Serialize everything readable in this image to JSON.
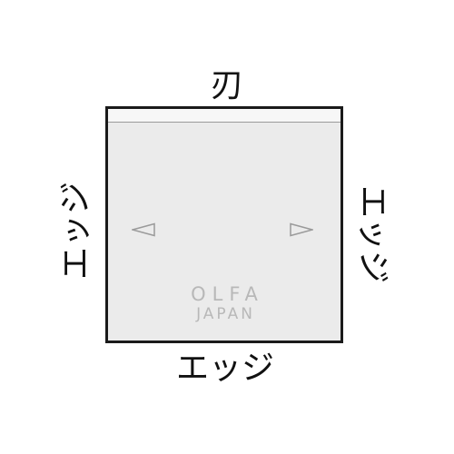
{
  "labels": {
    "top": "刃",
    "left": "エッジ",
    "right": "エッジ",
    "bottom": "エッジ"
  },
  "blade": {
    "brand": "OLFA",
    "country": "JAPAN"
  },
  "colors": {
    "outline": "#1a1a1a",
    "blade_fill": "#ebebeb",
    "top_band": "#f7f7f7",
    "marking": "#b8b8b8"
  },
  "icons": {
    "left_marker": "left-triangle-icon",
    "right_marker": "right-triangle-icon"
  }
}
